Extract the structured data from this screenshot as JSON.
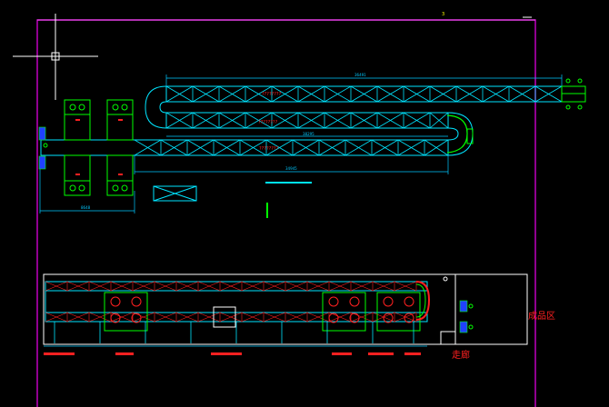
{
  "drawing": {
    "dim_top_overall": "36491",
    "dim_mid_span": "38295",
    "dim_lower_span": "34945",
    "dim_left_block": "8648",
    "tiny_mark": "3",
    "note_text": "??????",
    "section_titles": [
      "????????",
      "????????",
      "????????"
    ],
    "label_product_area": "成品区",
    "label_corridor": "走廊",
    "colors": {
      "frame": "#c000c0",
      "conveyor": "#00e5ff",
      "equipment": "#00ff00",
      "annotation": "#ff2020",
      "dimension": "#00c8ff",
      "blue_box": "#2040ff",
      "white": "#ffffff"
    }
  }
}
